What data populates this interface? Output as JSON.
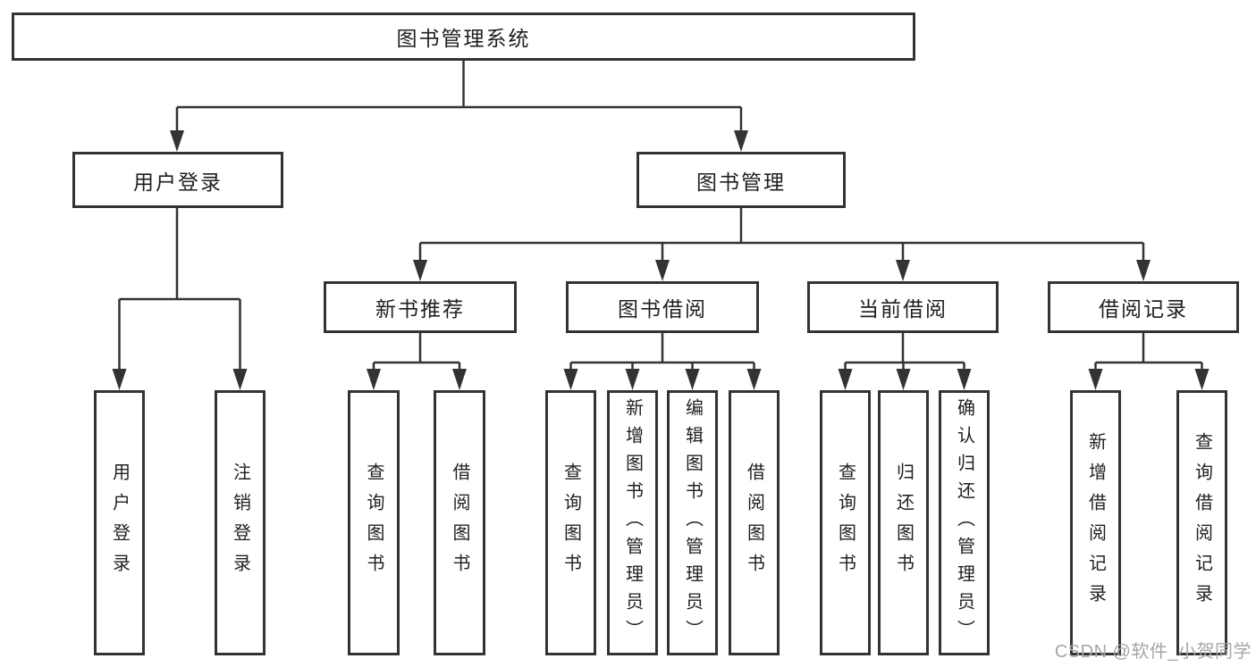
{
  "diagram": {
    "type": "hierarchy-tree",
    "title": "图书管理系统",
    "nodes": {
      "root": {
        "label": "图书管理系统"
      },
      "user_login": {
        "label": "用户登录"
      },
      "book_management": {
        "label": "图书管理"
      },
      "new_book_recommend": {
        "label": "新书推荐"
      },
      "book_borrow": {
        "label": "图书借阅"
      },
      "current_borrow": {
        "label": "当前借阅"
      },
      "borrow_records": {
        "label": "借阅记录"
      },
      "leaf_user_login": {
        "label": "用户登录"
      },
      "leaf_logout": {
        "label": "注销登录"
      },
      "nbr_query_books": {
        "label": "查询图书"
      },
      "nbr_borrow_books": {
        "label": "借阅图书"
      },
      "bb_query_books": {
        "label": "查询图书"
      },
      "bb_add_books": {
        "label": "新增图书（管理员）"
      },
      "bb_edit_books": {
        "label": "编辑图书（管理员）"
      },
      "bb_borrow_books": {
        "label": "借阅图书"
      },
      "cb_query_books": {
        "label": "查询图书"
      },
      "cb_return_books": {
        "label": "归还图书"
      },
      "cb_confirm_return": {
        "label": "确认归还（管理员）"
      },
      "br_add_record": {
        "label": "新增借阅记录"
      },
      "br_query_record": {
        "label": "查询借阅记录"
      }
    },
    "edges": [
      [
        "root",
        "user_login"
      ],
      [
        "root",
        "book_management"
      ],
      [
        "user_login",
        "leaf_user_login"
      ],
      [
        "user_login",
        "leaf_logout"
      ],
      [
        "book_management",
        "new_book_recommend"
      ],
      [
        "book_management",
        "book_borrow"
      ],
      [
        "book_management",
        "current_borrow"
      ],
      [
        "book_management",
        "borrow_records"
      ],
      [
        "new_book_recommend",
        "nbr_query_books"
      ],
      [
        "new_book_recommend",
        "nbr_borrow_books"
      ],
      [
        "book_borrow",
        "bb_query_books"
      ],
      [
        "book_borrow",
        "bb_add_books"
      ],
      [
        "book_borrow",
        "bb_edit_books"
      ],
      [
        "book_borrow",
        "bb_borrow_books"
      ],
      [
        "current_borrow",
        "cb_query_books"
      ],
      [
        "current_borrow",
        "cb_return_books"
      ],
      [
        "current_borrow",
        "cb_confirm_return"
      ],
      [
        "borrow_records",
        "br_add_record"
      ],
      [
        "borrow_records",
        "br_query_record"
      ]
    ],
    "colors": {
      "line": "#333333",
      "box_border": "#333333",
      "box_fill": "#ffffff",
      "text": "#1f1f1f",
      "background": "#ffffff",
      "watermark": "#a6a6a6"
    }
  },
  "watermark": {
    "text": "CSDN @软件_小贺同学"
  }
}
